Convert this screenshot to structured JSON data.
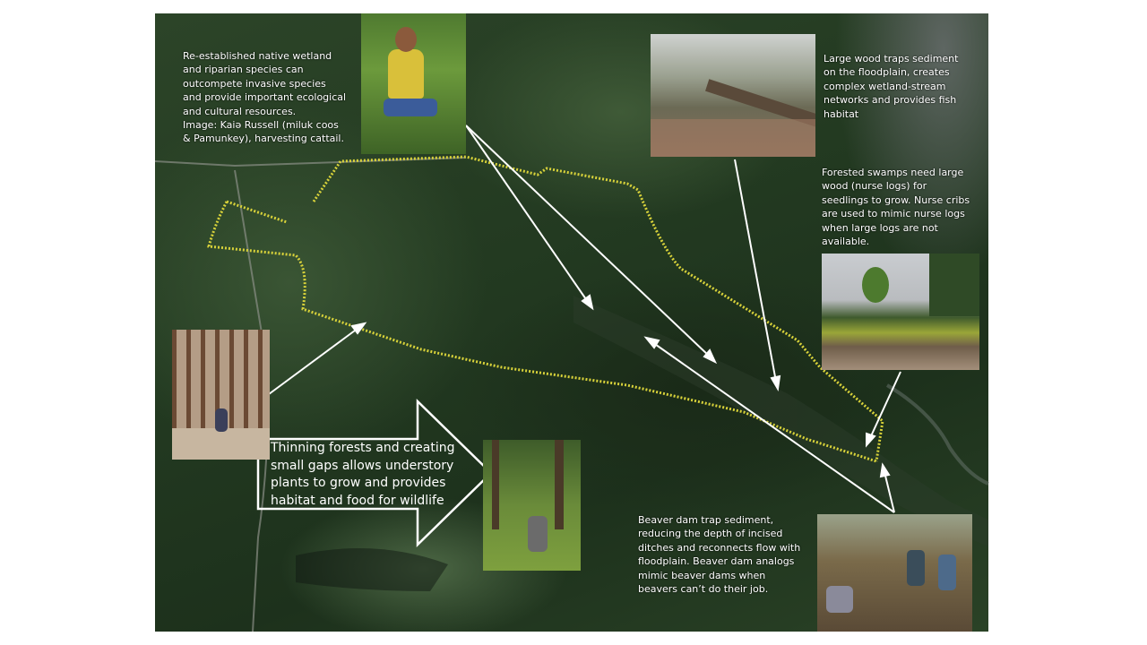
{
  "annotations": {
    "wetland": "Re-established  native wetland\nand riparian species can\noutcompete invasive species\nand provide important  ecological\nand cultural resources.\nImage: Kaiə Russell  (miluk coos\n& Pamunkey), harvesting cattail.",
    "large_wood": "Large wood traps sediment\non the floodplain, creates\ncomplex wetland-stream\nnetworks  and provides  fish\nhabitat",
    "forested_swamps": "Forested swamps need large\nwood (nurse logs) for\nseedlings to grow. Nurse cribs\nare used to mimic nurse logs\nwhen large logs are not\navailable.",
    "beaver": "Beaver dam trap sediment,\nreducing the depth of incised\nditches and reconnects flow with\nfloodplain.  Beaver dam analogs\nmimic beaver dams  when\nbeavers can’t do their job.",
    "thinning": "Thinning forests and creating\nsmall gaps allows understory\nplants to grow and provides\nhabitat and food for wildlife"
  },
  "colors": {
    "trail": "#d8d23a",
    "arrow": "#ffffff"
  }
}
